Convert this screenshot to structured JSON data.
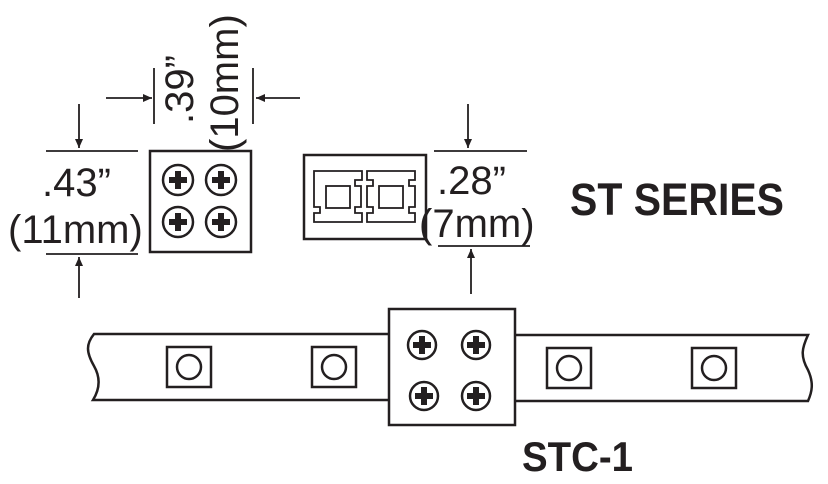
{
  "title": "ST SERIES",
  "part_label": "STC-1",
  "dimensions": {
    "width": {
      "inches": ".39”",
      "mm": "(10mm)"
    },
    "height": {
      "inches": ".43”",
      "mm": "(11mm)"
    },
    "thickness": {
      "inches": ".28”",
      "mm": "(7mm)"
    }
  },
  "views": [
    "connector-top-view",
    "connector-side-view",
    "strip-with-connector"
  ],
  "colors": {
    "ink": "#231f20",
    "background": "#ffffff"
  }
}
